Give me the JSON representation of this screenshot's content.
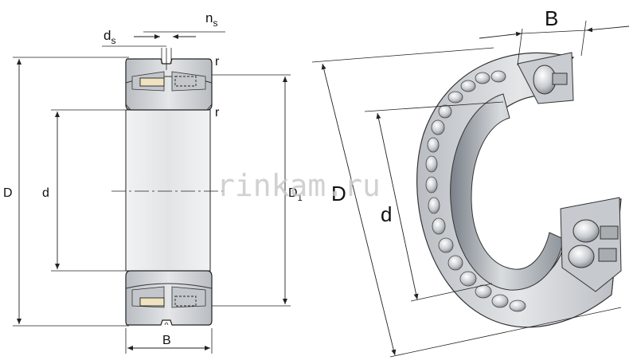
{
  "section_view": {
    "labels": {
      "D": "D",
      "d": "d",
      "D1_main": "D",
      "D1_sub": "1",
      "B": "B",
      "ds_main": "d",
      "ds_sub": "s",
      "ns_main": "n",
      "ns_sub": "s",
      "r_top": "r",
      "r_mid": "r"
    }
  },
  "perspective_view": {
    "labels": {
      "D": "D",
      "d": "d",
      "B": "B"
    }
  },
  "watermark": "rinkam.ru",
  "colors": {
    "line": "#222222",
    "ring_fill": "#d3d5d8",
    "ring_dark": "#9ea3a8",
    "roller_fill": "#efe2c0",
    "bore_fill": "#e9eaec",
    "watermark": "#c9c9c9"
  }
}
